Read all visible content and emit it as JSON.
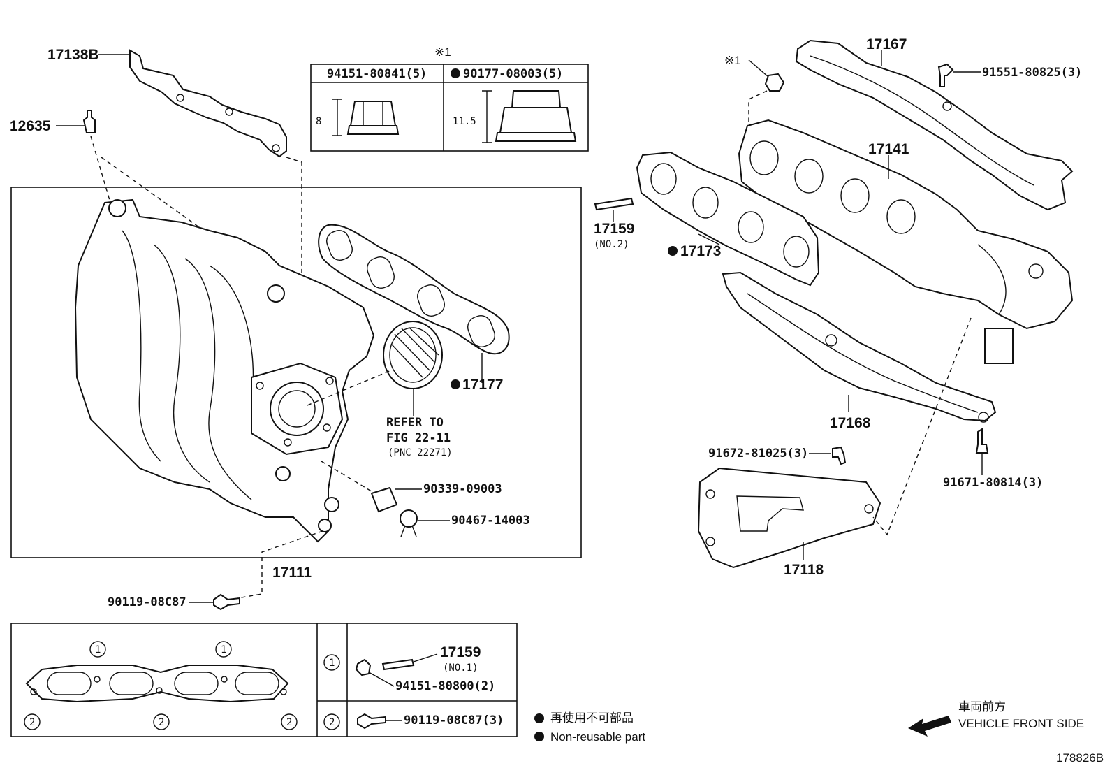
{
  "diagram_id": "178826B",
  "callouts": {
    "p17138B": "17138B",
    "p12635": "12635",
    "p17111": "17111",
    "p90119_08C87": "90119-08C87",
    "p17177": "17177",
    "p90339": "90339-09003",
    "p90467": "90467-14003",
    "refer_line1": "REFER TO",
    "refer_line2": "FIG 22-11",
    "refer_line3": "(PNC 22271)",
    "p17167": "17167",
    "p91551": "91551-80825(3)",
    "p17141": "17141",
    "p17159_no2": "17159",
    "no2": "(NO.2)",
    "p17173": "17173",
    "p17168": "17168",
    "p91672": "91672-81025(3)",
    "p91671": "91671-80814(3)",
    "p17118": "17118",
    "ref_mark_right": "※1"
  },
  "nut_table": {
    "title": "※1",
    "col1_header": "94151-80841(5)",
    "col2_header": "90177-08003(5)",
    "col1_dim": "8",
    "col2_dim": "11.5"
  },
  "bottom_table": {
    "circle1": "1",
    "circle2": "2",
    "row1_part": "17159",
    "row1_sub": "(NO.1)",
    "row1_nut": "94151-80800(2)",
    "row2_bolt": "90119-08C87(3)"
  },
  "legend": {
    "jp": "再使用不可部品",
    "en": "Non-reusable part"
  },
  "direction": {
    "jp": "車両前方",
    "en": "VEHICLE FRONT SIDE"
  }
}
